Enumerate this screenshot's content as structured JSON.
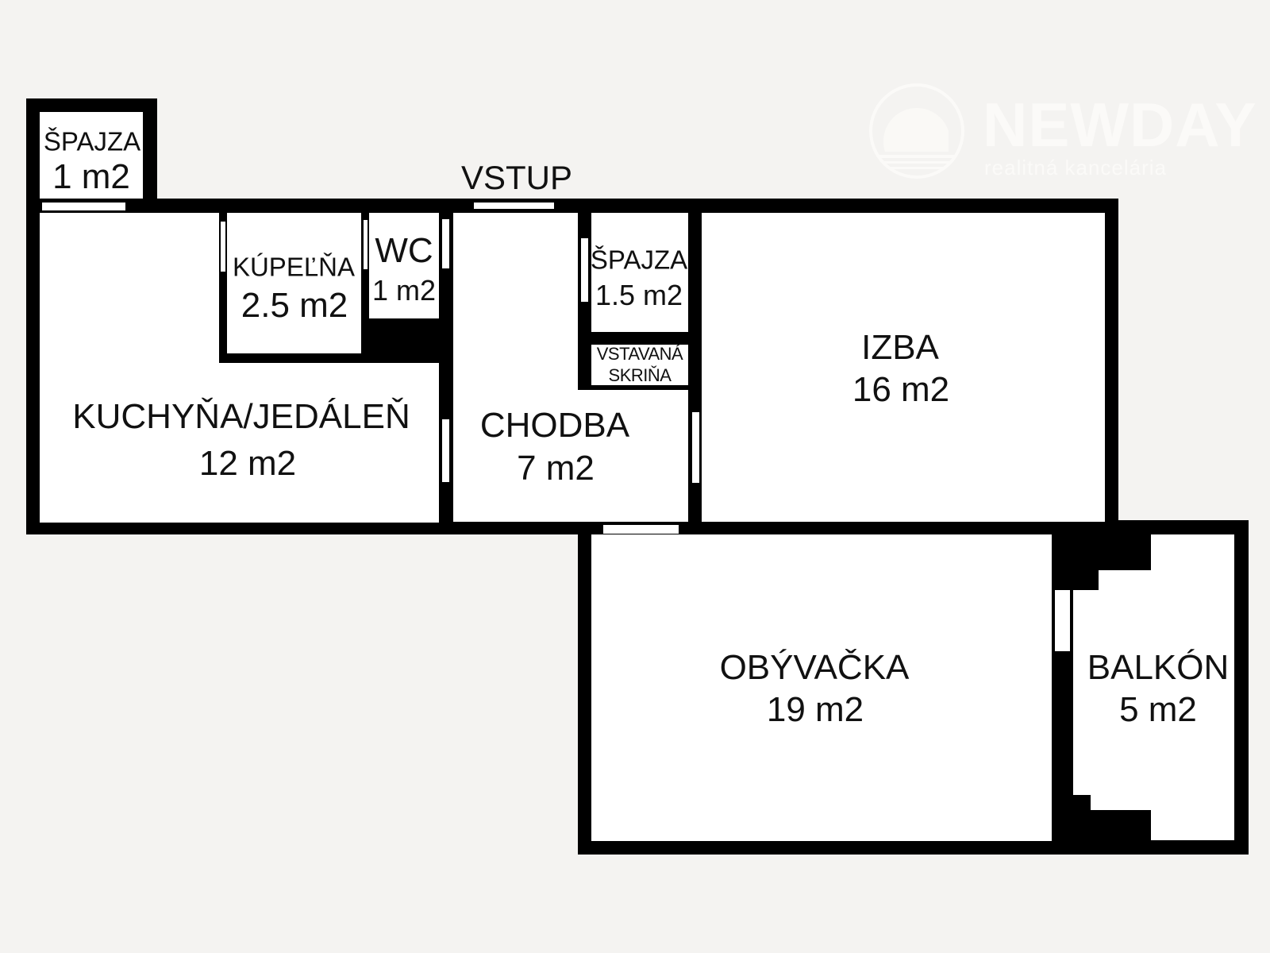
{
  "entrance_label": "VSTUP",
  "rooms": {
    "spajza_small": {
      "name": "ŠPAJZA",
      "area": "1 m2"
    },
    "kupelna": {
      "name": "KÚPEĽŇA",
      "area": "2.5 m2"
    },
    "wc": {
      "name": "WC",
      "area": "1 m2"
    },
    "kuchyna": {
      "name": "KUCHYŇA/JEDÁLEŇ",
      "area": "12 m2"
    },
    "chodba": {
      "name": "CHODBA",
      "area": "7 m2"
    },
    "spajza": {
      "name": "ŠPAJZA",
      "area": "1.5 m2"
    },
    "skrina": {
      "name_line1": "VSTAVANÁ",
      "name_line2": "SKRIŇA"
    },
    "izba": {
      "name": "IZBA",
      "area": "16 m2"
    },
    "obyvacka": {
      "name": "OBÝVAČKA",
      "area": "19 m2"
    },
    "balkon": {
      "name": "BALKÓN",
      "area": "5 m2"
    }
  },
  "watermark": {
    "brand": "NEWDAY",
    "tagline": "realitná kancelária"
  },
  "colors": {
    "wall": "#000000",
    "floor": "#ffffff",
    "background": "#f4f3f1"
  }
}
